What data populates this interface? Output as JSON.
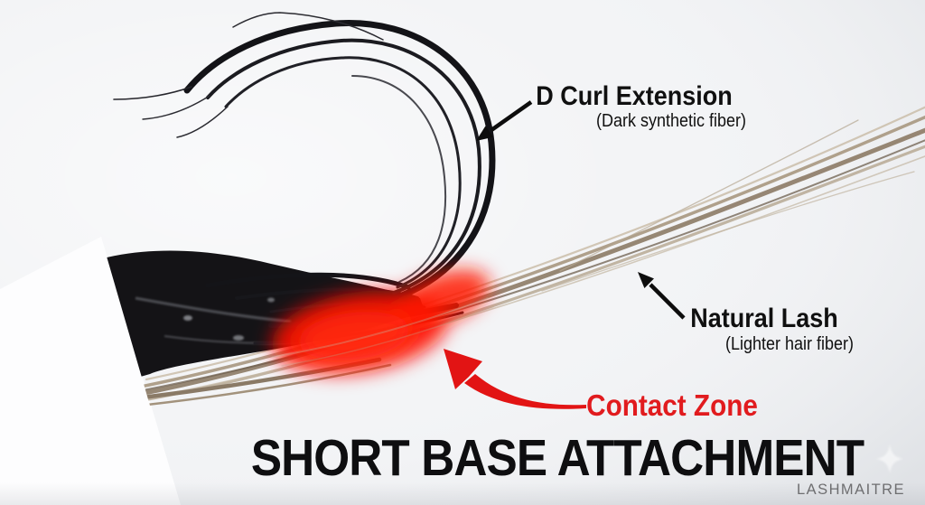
{
  "diagram": {
    "title": "SHORT BASE ATTACHMENT",
    "brand": "LASHMAITRE",
    "annotations": {
      "extension": {
        "label": "D Curl Extension",
        "sublabel": "(Dark synthetic fiber)"
      },
      "natural_lash": {
        "label": "Natural Lash",
        "sublabel": "(Lighter hair fiber)"
      },
      "contact_zone": {
        "label": "Contact Zone"
      }
    },
    "icons": {
      "extension_arrow": "black-straight-arrow-pointing-down-left",
      "natural_lash_arrow": "black-straight-arrow-pointing-up-left",
      "contact_zone_arrow": "red-curved-arrow-pointing-up-left",
      "sparkle": "faint-four-point-sparkle"
    },
    "colors": {
      "background": "#f3f4f6",
      "label_text": "#101010",
      "contact_accent": "#e11b1e",
      "glow_red": "#ff1200",
      "extension_fiber": "#141418",
      "natural_fiber": "#9d8c77",
      "brand_gray": "#6e6e70"
    }
  }
}
